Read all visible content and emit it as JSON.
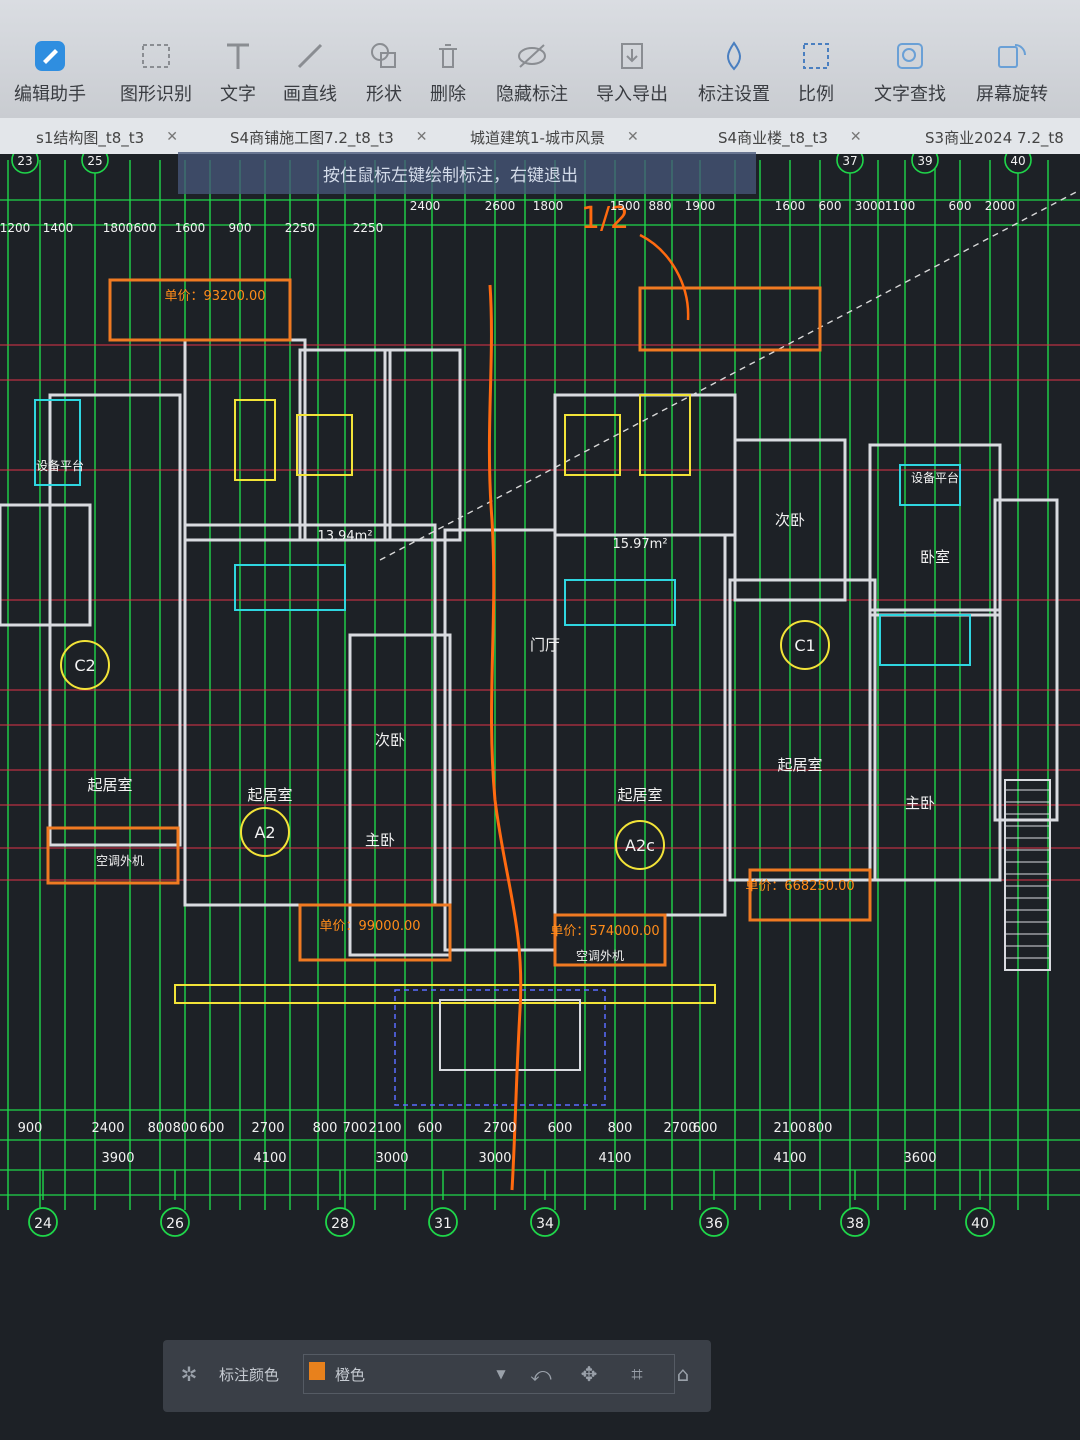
{
  "toolbar": {
    "items": [
      {
        "label": "编辑助手",
        "icon": "edit-assistant-icon"
      },
      {
        "label": "图形识别",
        "icon": "shape-recognition-icon"
      },
      {
        "label": "文字",
        "icon": "text-icon"
      },
      {
        "label": "画直线",
        "icon": "draw-line-icon"
      },
      {
        "label": "形状",
        "icon": "shape-icon"
      },
      {
        "label": "删除",
        "icon": "delete-icon"
      },
      {
        "label": "隐藏标注",
        "icon": "hide-annotation-icon"
      },
      {
        "label": "导入导出",
        "icon": "import-export-icon"
      },
      {
        "label": "标注设置",
        "icon": "annotation-settings-icon"
      },
      {
        "label": "比例",
        "icon": "scale-icon"
      },
      {
        "label": "文字查找",
        "icon": "text-search-icon"
      },
      {
        "label": "屏幕旋转",
        "icon": "screen-rotate-icon"
      }
    ]
  },
  "tabs": [
    {
      "label": "s1结构图_t8_t3"
    },
    {
      "label": "S4商铺施工图7.2_t8_t3"
    },
    {
      "label": "城道建筑1-城市风景"
    },
    {
      "label": "S4商业楼_t8_t3"
    },
    {
      "label": "S3商业2024 7.2_t8"
    }
  ],
  "hint": "按住鼠标左键绘制标注，右键退出",
  "drawing": {
    "handwritten_note": "1/2",
    "top_dims": [
      "1200",
      "1400",
      "1800",
      "600",
      "1600",
      "900",
      "2250",
      "2250",
      "2400",
      "2600",
      "1800",
      "1500",
      "880",
      "1900",
      "1600",
      "600",
      "3000",
      "1100",
      "600",
      "2000"
    ],
    "room_labels": [
      "起居室",
      "起居室",
      "起居室",
      "起居室",
      "门厅",
      "主卧",
      "主卧",
      "次卧",
      "次卧",
      "卧室"
    ],
    "unit_labels": [
      "C2",
      "A2",
      "A2c",
      "C1"
    ],
    "area_labels": [
      "13.94m²",
      "15.97m²"
    ],
    "axis_labels": [
      "24",
      "26",
      "28",
      "31",
      "34",
      "36",
      "38",
      "40"
    ],
    "top_axis_labels": [
      "23",
      "25",
      "37",
      "39",
      "40"
    ],
    "bottom_dims_row1": [
      "900",
      "2400",
      "800",
      "800",
      "600",
      "2700",
      "800",
      "700",
      "2100",
      "600",
      "2700",
      "600",
      "800",
      "2700",
      "600",
      "2100",
      "800"
    ],
    "bottom_dims_row2": [
      "3900",
      "4100",
      "3000",
      "3000",
      "4100",
      "4100",
      "3600"
    ],
    "price_labels": [
      "单价：99000.00",
      "单价：574000.00",
      "单价：668250.00",
      "单价：93200.00"
    ],
    "side_labels": [
      "设备平台",
      "设备平台",
      "空调外机",
      "空调外机"
    ]
  },
  "statusbar": {
    "label1": "标注颜色",
    "label2": "橙色",
    "accent": "#e8811c"
  }
}
